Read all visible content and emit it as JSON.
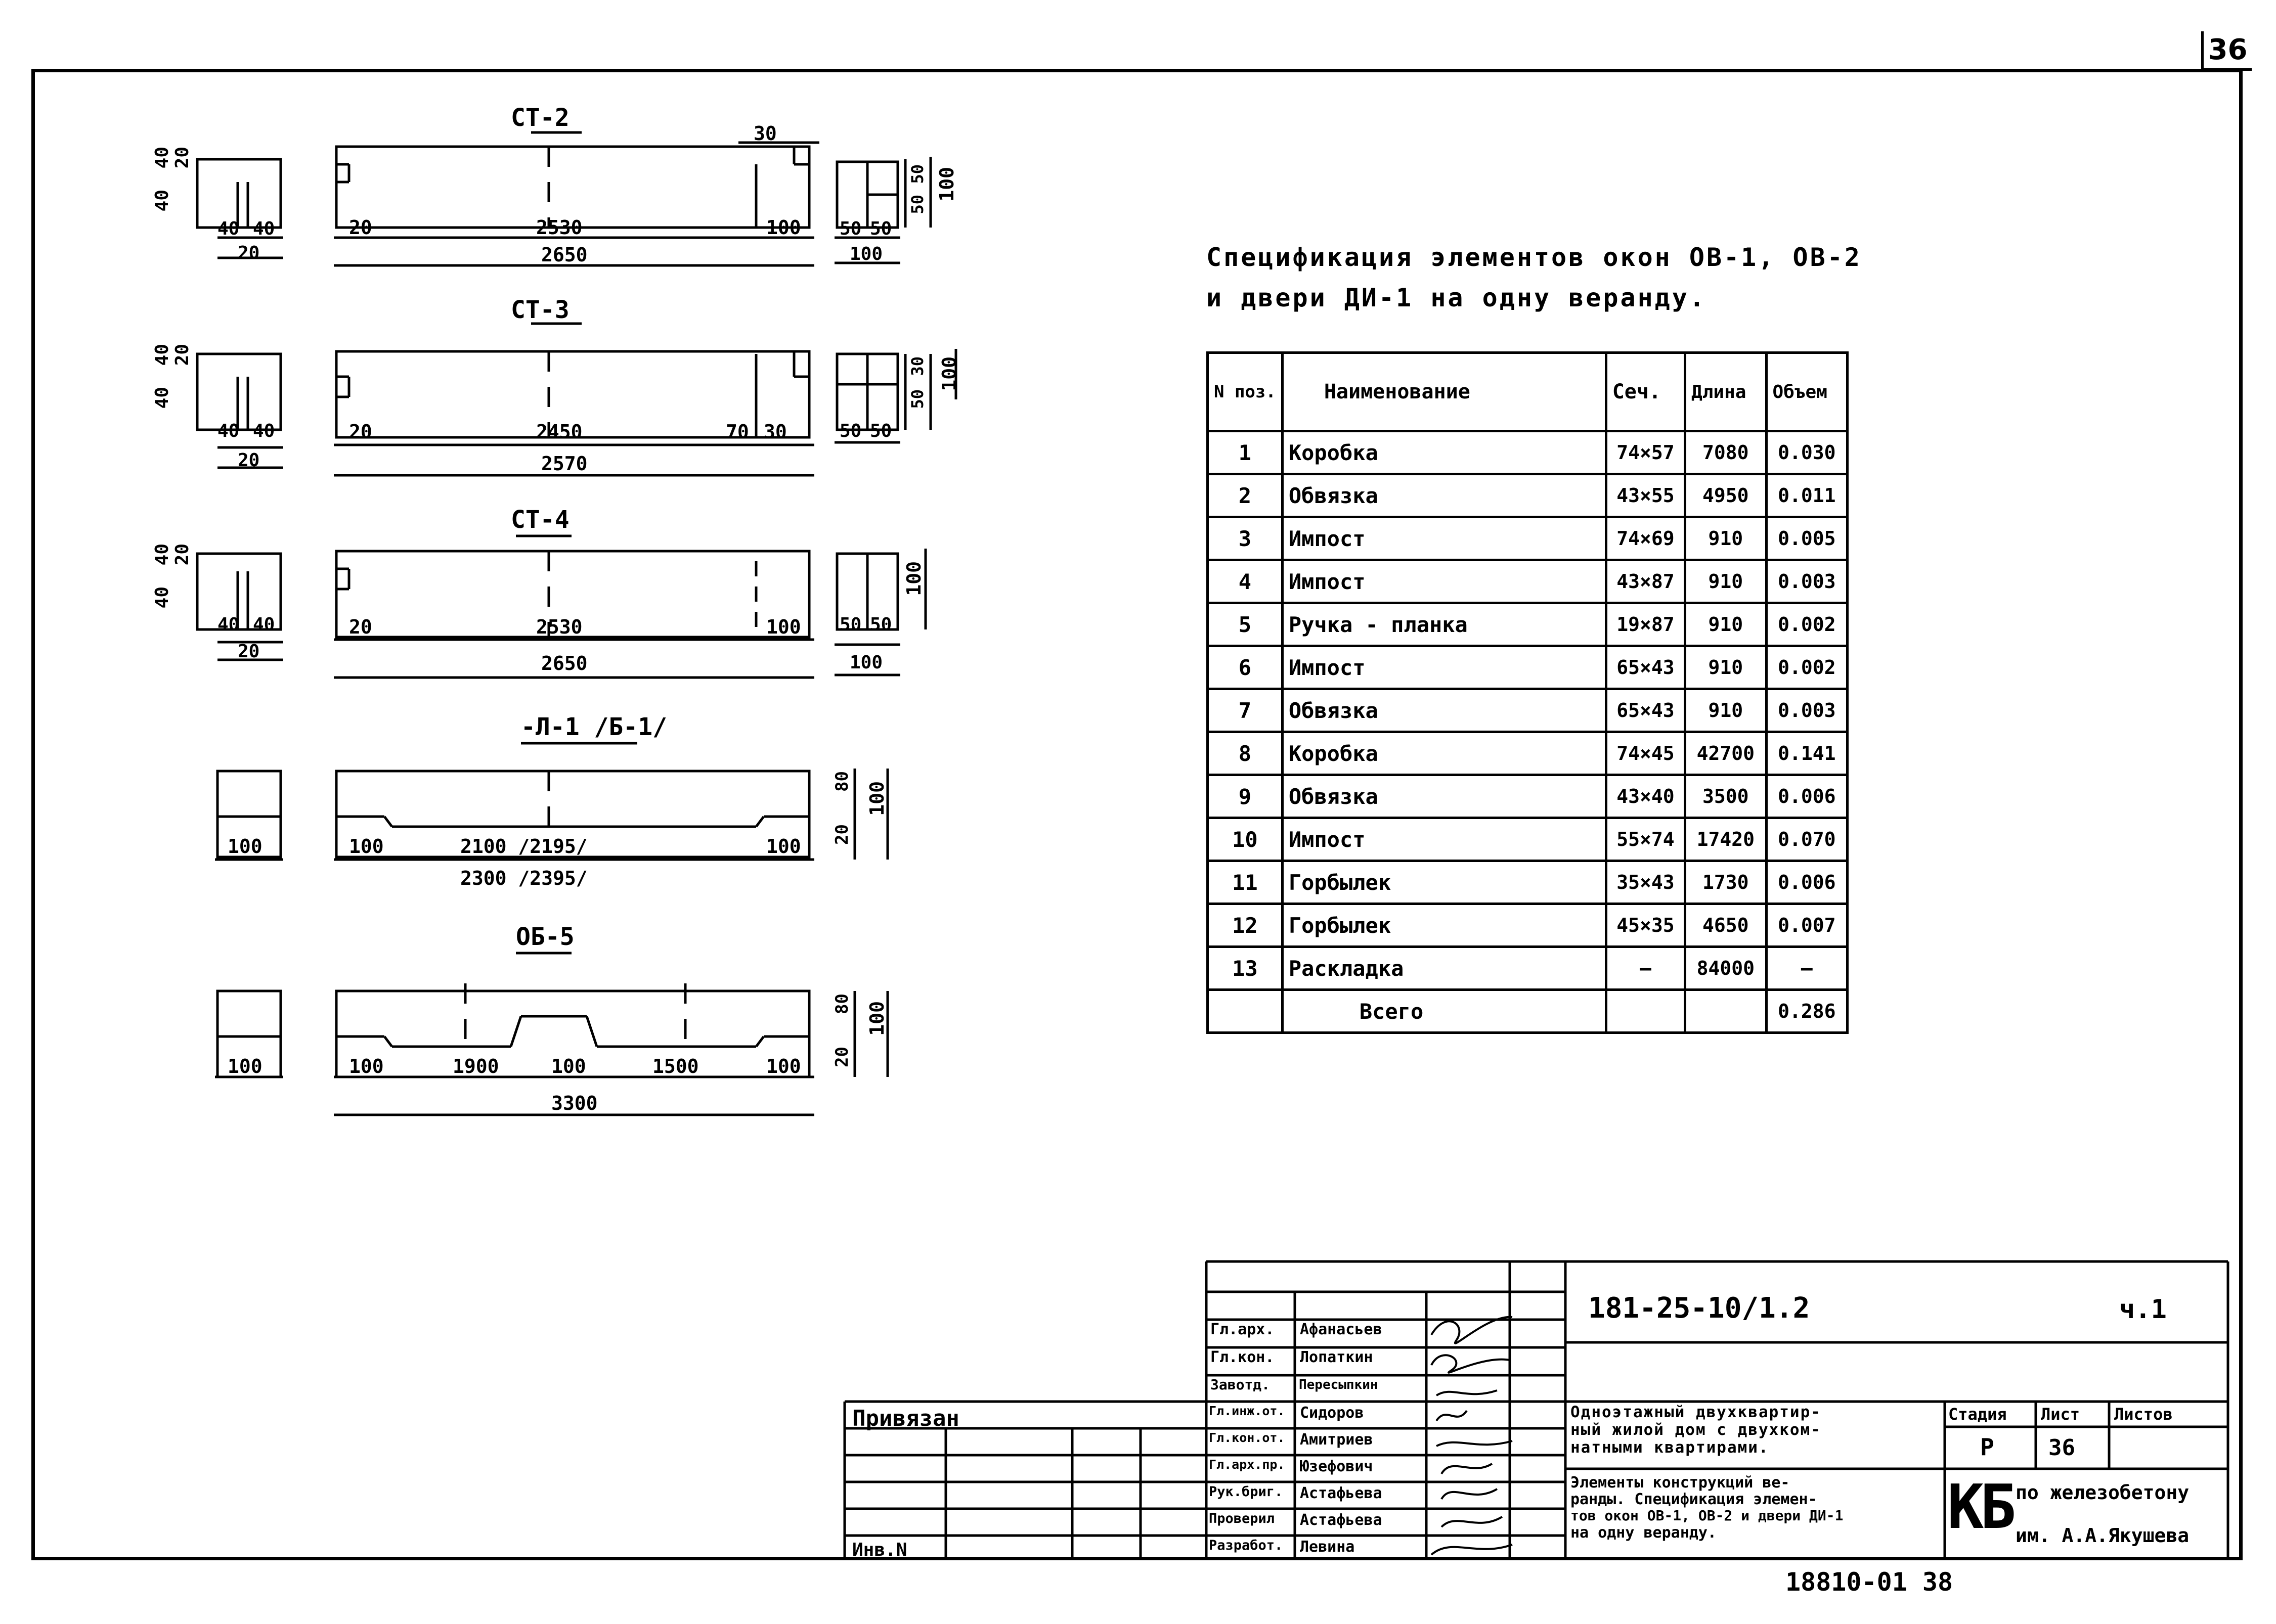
{
  "sheet_number": "36",
  "drawings": [
    {
      "title": "СТ-2",
      "dims": [
        "20",
        "2530",
        "100",
        "2650",
        "30"
      ],
      "side_v": [
        "40",
        "20",
        "40"
      ],
      "side_h": [
        "40",
        "40",
        "20"
      ],
      "right_dims": [
        "50",
        "50",
        "100",
        "50",
        "50",
        "100"
      ]
    },
    {
      "title": "СТ-3",
      "dims": [
        "20",
        "2450",
        "70",
        "30",
        "2570"
      ],
      "side_v": [
        "40",
        "20",
        "40"
      ],
      "side_h": [
        "40",
        "40",
        "20"
      ],
      "right_dims": [
        "30",
        "50",
        "100",
        "50",
        "50"
      ]
    },
    {
      "title": "СТ-4",
      "dims": [
        "20",
        "2530",
        "100",
        "2650"
      ],
      "side_v": [
        "40",
        "20",
        "40"
      ],
      "side_h": [
        "40",
        "40",
        "20"
      ],
      "right_dims": [
        "100",
        "50",
        "50",
        "100"
      ]
    },
    {
      "title": "-Л-1 /Б-1/",
      "dims": [
        "100",
        "2100 /2195/",
        "100",
        "2300 /2395/"
      ],
      "left_dim": "100",
      "right_dims": [
        "80",
        "20",
        "100"
      ]
    },
    {
      "title": "ОБ-5",
      "dims": [
        "100",
        "1900",
        "100",
        "1500",
        "100",
        "3300"
      ],
      "left_dim": "100",
      "right_dims": [
        "80",
        "20",
        "100"
      ]
    }
  ],
  "spec": {
    "title_line1": "Спецификация   элементов   окон  ОВ-1, ОВ-2",
    "title_line2": "и  двери  ДИ-1  на  одну  веранду.",
    "headers": {
      "num": "N поз.",
      "name": "Наименование",
      "sec": "Сеч.",
      "len": "Длина",
      "vol": "Объем"
    },
    "rows": [
      {
        "n": "1",
        "name": "Коробка",
        "sec": "74×57",
        "len": "7080",
        "vol": "0.030"
      },
      {
        "n": "2",
        "name": "Обвязка",
        "sec": "43×55",
        "len": "4950",
        "vol": "0.011"
      },
      {
        "n": "3",
        "name": "Импост",
        "sec": "74×69",
        "len": "910",
        "vol": "0.005"
      },
      {
        "n": "4",
        "name": "Импост",
        "sec": "43×87",
        "len": "910",
        "vol": "0.003"
      },
      {
        "n": "5",
        "name": "Ручка - планка",
        "sec": "19×87",
        "len": "910",
        "vol": "0.002"
      },
      {
        "n": "6",
        "name": "Импост",
        "sec": "65×43",
        "len": "910",
        "vol": "0.002"
      },
      {
        "n": "7",
        "name": "Обвязка",
        "sec": "65×43",
        "len": "910",
        "vol": "0.003"
      },
      {
        "n": "8",
        "name": "Коробка",
        "sec": "74×45",
        "len": "42700",
        "vol": "0.141"
      },
      {
        "n": "9",
        "name": "Обвязка",
        "sec": "43×40",
        "len": "3500",
        "vol": "0.006"
      },
      {
        "n": "10",
        "name": "Импост",
        "sec": "55×74",
        "len": "17420",
        "vol": "0.070"
      },
      {
        "n": "11",
        "name": "Горбылек",
        "sec": "35×43",
        "len": "1730",
        "vol": "0.006"
      },
      {
        "n": "12",
        "name": "Горбылек",
        "sec": "45×35",
        "len": "4650",
        "vol": "0.007"
      },
      {
        "n": "13",
        "name": "Раскладка",
        "sec": "—",
        "len": "84000",
        "vol": "—"
      }
    ],
    "total_label": "Всего",
    "total_vol": "0.286"
  },
  "title_block": {
    "privyazan": "Привязан",
    "inv": "Инв.N",
    "roles": [
      "Гл.арх.",
      "Гл.кон.",
      "Завотд.",
      "Гл.инж.от.",
      "Гл.кон.от.",
      "Гл.арх.пр.",
      "Рук.бриг.",
      "Проверил",
      "Разработ."
    ],
    "names": [
      "Афанасьев",
      "Лопаткин",
      "Пересыпкин",
      "Сидоров",
      "Амитриев",
      "Юзефович",
      "Астафьева",
      "Астафьева",
      "Левина"
    ],
    "code": "181-25-10/1.2",
    "part": "ч.1",
    "project_line1": "Одноэтажный  двухквартир-",
    "project_line2": "ный  жилой дом  с двухком-",
    "project_line3": "натными  квартирами.",
    "stage_label": "Стадия",
    "sheet_label": "Лист",
    "sheets_label": "Листов",
    "stage_value": "Р",
    "sheet_value": "36",
    "desc_line1": "Элементы  конструкций  ве-",
    "desc_line2": "ранды. Спецификация элемен-",
    "desc_line3": "тов  окон ОВ-1, ОВ-2 и двери ДИ-1",
    "desc_line4": "на  одну  веранду.",
    "org_mark": "КБ",
    "org_line1": "по железобетону",
    "org_line2": "им. А.А.Якушева",
    "archive_no": "18810-01  38"
  }
}
